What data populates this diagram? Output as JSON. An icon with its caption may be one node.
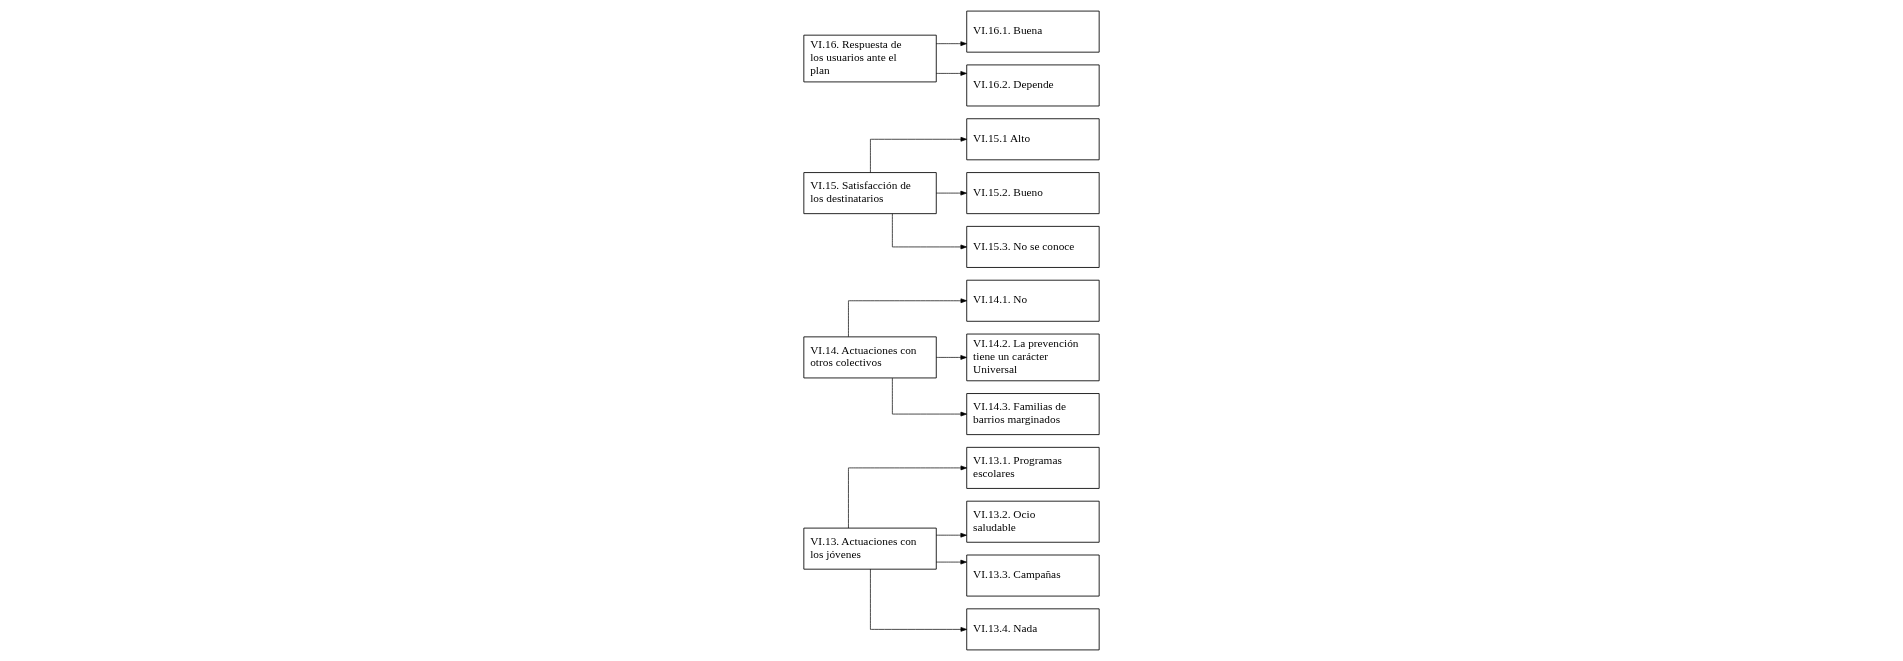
{
  "diagram": {
    "nodes": [
      {
        "text": [
          "VI.13. Actuaciones con los jóvenes"
        ]
      },
      {
        "text": [
          "VI.13.1. Programas escolares"
        ]
      },
      {
        "text": [
          "VI.13.2. Ocio saludable"
        ]
      },
      {
        "text": [
          "VI.13.3. Campañas"
        ]
      },
      {
        "text": [
          "VI.13.4. Nada"
        ]
      },
      {
        "text": [
          "VI.14. Actuaciones con otros colectivos"
        ]
      },
      {
        "text": [
          "VI.14.1. No"
        ]
      },
      {
        "text": [
          "VI.14.2. La prevención tiene un carácter Universal"
        ]
      },
      {
        "text": [
          "VI.14.3. Familias de barrios marginados"
        ]
      },
      {
        "text": [
          "VI.15. Satisfacción de los destinatarios"
        ]
      },
      {
        "text": [
          "VI.15.1 Alto"
        ]
      },
      {
        "text": [
          "VI.15.2. Bueno"
        ]
      },
      {
        "text": [
          "VI.15.3. No se conoce"
        ]
      },
      {
        "text": [
          "VI.16. Respuesta de los usuarios ante el plan"
        ]
      },
      {
        "text": [
          "VI.16.1. Buena"
        ]
      },
      {
        "text": [
          "VI.16.2. Depende"
        ]
      }
    ],
    "edges": [
      {
        "from": 0,
        "to": 1,
        "arrow": "to"
      },
      {
        "from": 0,
        "to": 2,
        "arrow": "to"
      },
      {
        "from": 0,
        "to": 3,
        "arrow": "to"
      },
      {
        "from": 0,
        "to": 4,
        "arrow": "to"
      },
      {
        "from": 5,
        "to": 6,
        "arrow": "to"
      },
      {
        "from": 5,
        "to": 7,
        "arrow": "to"
      },
      {
        "from": 5,
        "to": 8,
        "arrow": "to"
      },
      {
        "from": 9,
        "to": 10,
        "arrow": "to"
      },
      {
        "from": 9,
        "to": 11,
        "arrow": "to"
      },
      {
        "from": 9,
        "to": 12,
        "arrow": "to"
      },
      {
        "from": 13,
        "to": 14,
        "arrow": "to"
      },
      {
        "from": 13,
        "to": 15,
        "arrow": "to"
      }
    ]
  }
}
